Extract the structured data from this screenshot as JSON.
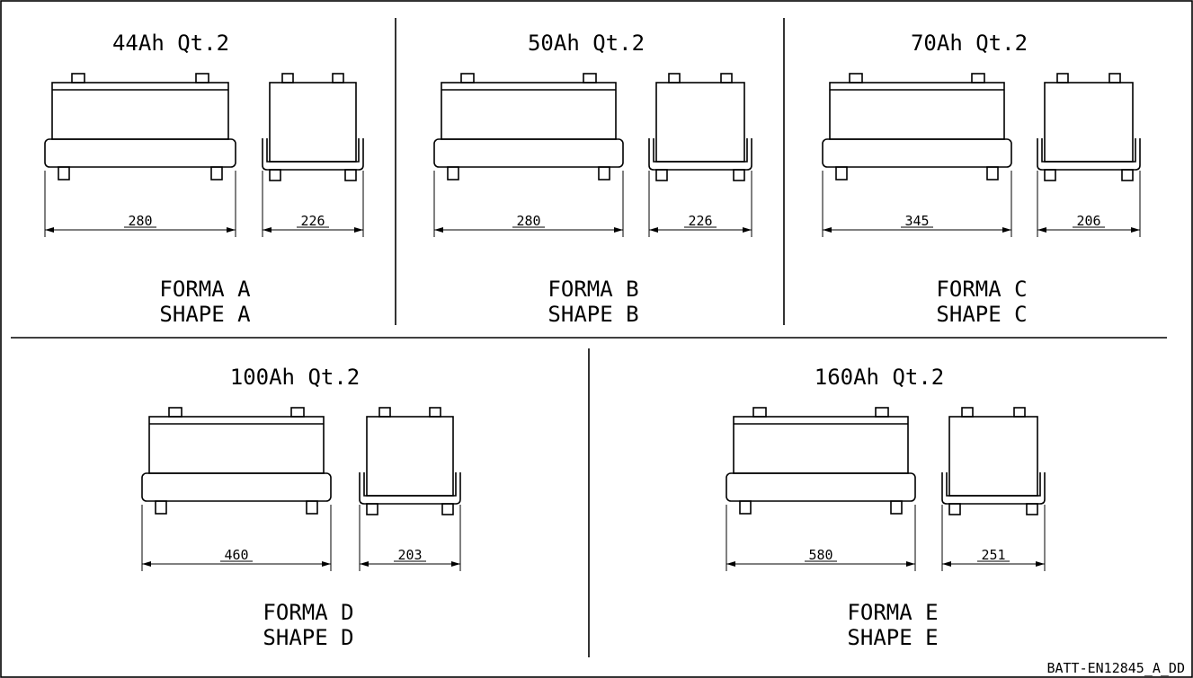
{
  "panels": [
    {
      "capacity": "44Ah",
      "quantity": "Qt.2",
      "length": "280",
      "width": "226",
      "forma": "FORMA A",
      "shape": "SHAPE A"
    },
    {
      "capacity": "50Ah",
      "quantity": "Qt.2",
      "length": "280",
      "width": "226",
      "forma": "FORMA B",
      "shape": "SHAPE B"
    },
    {
      "capacity": "70Ah",
      "quantity": "Qt.2",
      "length": "345",
      "width": "206",
      "forma": "FORMA C",
      "shape": "SHAPE C"
    },
    {
      "capacity": "100Ah",
      "quantity": "Qt.2",
      "length": "460",
      "width": "203",
      "forma": "FORMA D",
      "shape": "SHAPE D"
    },
    {
      "capacity": "160Ah",
      "quantity": "Qt.2",
      "length": "580",
      "width": "251",
      "forma": "FORMA E",
      "shape": "SHAPE E"
    }
  ],
  "drawing_code": "BATT-EN12845_A_DD"
}
